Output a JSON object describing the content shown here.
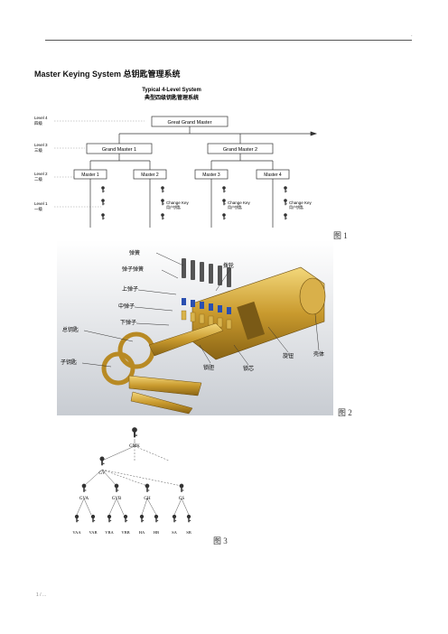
{
  "header_mark": ".",
  "title": "Master Keying System  总钥匙管理系统",
  "fig1": {
    "title_en": "Typical 4-Level System",
    "title_cn": "典型四级钥匙管理系统",
    "levels": [
      {
        "en": "Level 4",
        "cn": "四级"
      },
      {
        "en": "Level 3",
        "cn": "三级"
      },
      {
        "en": "Level 2",
        "cn": "二级"
      },
      {
        "en": "Level 1",
        "cn": "一级"
      }
    ],
    "ggm": "Great Grand Master",
    "gm": [
      "Grand Master 1",
      "Grand Master 2"
    ],
    "masters": [
      "Master 1",
      "Master 2",
      "Master 3",
      "Master 4"
    ],
    "change_key_en": "Change Key",
    "change_key_cn": "用户钥匙",
    "caption": "图 1"
  },
  "fig2": {
    "labels": {
      "spring": "弹簧",
      "spring_cap": "弹子弹簧",
      "top_pin": "上弹子",
      "master_pin": "中弹子",
      "bottom_pin": "下弹子",
      "cam": "拨轮",
      "master_key": "总钥匙",
      "change_key": "子钥匙",
      "cylinder_body": "锁胆",
      "plug": "锁芯",
      "thumb_turn": "旋钮",
      "housing": "壳体"
    },
    "caption": "图 2"
  },
  "fig3": {
    "nodes": {
      "top": "GMK",
      "l2": "GV",
      "l3": [
        "GVA",
        "GVB",
        "GH",
        "GS"
      ],
      "l4": [
        "VAA",
        "VAB",
        "VBA",
        "VBB",
        "HA",
        "HB",
        "SA",
        "SB"
      ]
    },
    "caption": "图 3"
  },
  "footer": "1 / ..."
}
